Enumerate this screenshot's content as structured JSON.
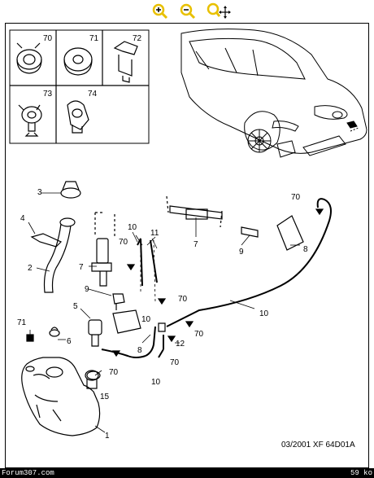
{
  "toolbar": {
    "icons": [
      "zoom-in-icon",
      "zoom-out-icon",
      "zoom-move-icon"
    ],
    "accent": "#e8c000"
  },
  "parts_grid": {
    "labels": [
      "70",
      "71",
      "72",
      "73",
      "74"
    ]
  },
  "callouts": {
    "c1": "1",
    "c2": "2",
    "c3": "3",
    "c4": "4",
    "c5": "5",
    "c6": "6",
    "c7a": "7",
    "c7b": "7",
    "c8a": "8",
    "c8b": "8",
    "c9a": "9",
    "c9b": "9",
    "c10a": "10",
    "c10b": "10",
    "c10c": "10",
    "c10d": "10",
    "c11": "11",
    "c12": "12",
    "c15": "15",
    "c70a": "70",
    "c70b": "70",
    "c70c": "70",
    "c70d": "70",
    "c70e": "70",
    "c70f": "70",
    "c71": "71"
  },
  "footer": {
    "code": "03/2001   XF 64D01A"
  },
  "status_bar": {
    "left": "Forum307.com",
    "right": "59 ko"
  }
}
